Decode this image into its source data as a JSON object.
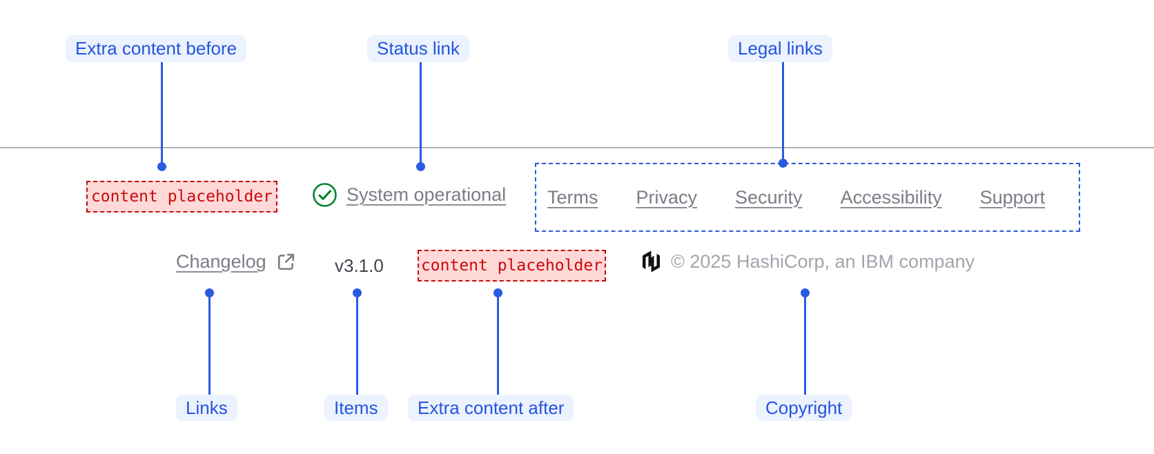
{
  "annotations": {
    "extra_content_before": "Extra content before",
    "status_link": "Status link",
    "legal_links": "Legal links",
    "links": "Links",
    "items": "Items",
    "extra_content_after": "Extra content after",
    "copyright": "Copyright"
  },
  "footer": {
    "extra_content_before_placeholder": "content placeholder",
    "status_link": {
      "icon": "check-circle-icon",
      "label": "System operational"
    },
    "legal_links": [
      "Terms",
      "Privacy",
      "Security",
      "Accessibility",
      "Support"
    ],
    "changelog": {
      "label": "Changelog",
      "icon": "external-link-icon"
    },
    "version": "v3.1.0",
    "extra_content_after_placeholder": "content placeholder",
    "copyright": {
      "logo": "hashicorp-logo-icon",
      "text": "© 2025 HashiCorp, an IBM company"
    }
  },
  "colors": {
    "annotation_blue": "#2B5BE0",
    "annotation_pill_bg": "#ECF2FE",
    "annotation_text_blue": "#2355DE",
    "placeholder_red_text": "#C90A0A",
    "placeholder_red_border": "#C30B0B",
    "placeholder_bg": "#FFD8D8",
    "success_green": "#00832D",
    "legal_border_blue": "#2B57DF",
    "link_gray": "#7B7D86",
    "version_gray": "#42444B",
    "copyright_gray": "#A3A5AD",
    "divider_gray": "#AEB2B9",
    "logo_black": "#101014"
  }
}
